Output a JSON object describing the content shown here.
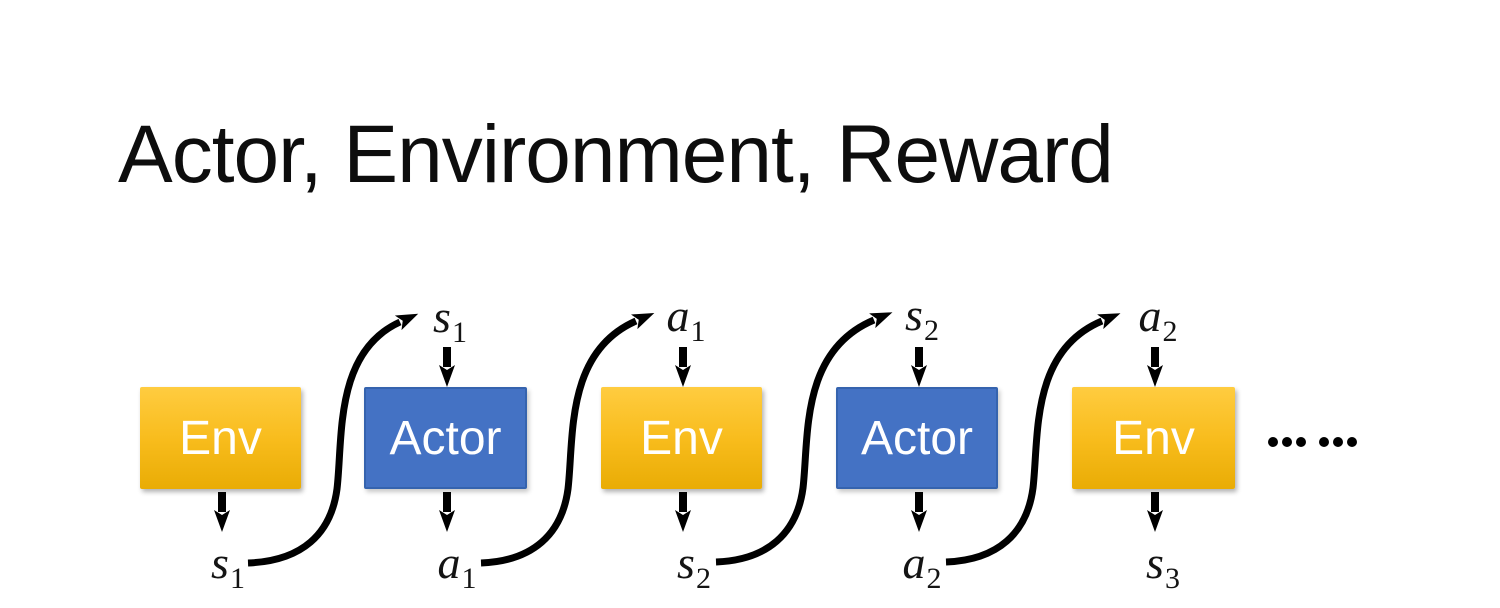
{
  "title": "Actor, Environment, Reward",
  "boxes": [
    {
      "label": "Env",
      "type": "env"
    },
    {
      "label": "Actor",
      "type": "actor"
    },
    {
      "label": "Env",
      "type": "env"
    },
    {
      "label": "Actor",
      "type": "actor"
    },
    {
      "label": "Env",
      "type": "env"
    }
  ],
  "top_labels": [
    {
      "base": "s",
      "sub": "1"
    },
    {
      "base": "a",
      "sub": "1"
    },
    {
      "base": "s",
      "sub": "2"
    },
    {
      "base": "a",
      "sub": "2"
    }
  ],
  "bottom_labels": [
    {
      "base": "s",
      "sub": "1"
    },
    {
      "base": "a",
      "sub": "1"
    },
    {
      "base": "s",
      "sub": "2"
    },
    {
      "base": "a",
      "sub": "2"
    },
    {
      "base": "s",
      "sub": "3"
    }
  ],
  "ellipsis": "……",
  "colors": {
    "env_top": "#FFCC40",
    "env_mid": "#F8BC1C",
    "env_bottom": "#E9AC05",
    "actor_fill": "#4472C4",
    "actor_border": "#3563AE",
    "arrow": "#000000",
    "title_color": "#0d0d0d",
    "label_color": "#141414",
    "box_text": "#ffffff"
  }
}
